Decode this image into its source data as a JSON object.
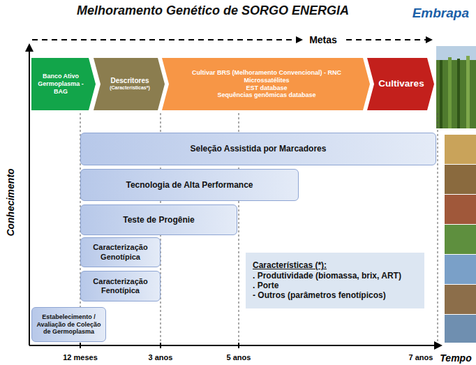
{
  "diagram": {
    "title": "Melhoramento Genético de SORGO ENERGIA",
    "nodes": [
      {
        "text": [
          "Banco Ativo Germoplasma - BAG"
        ]
      },
      {
        "text": [
          "Descritores",
          "(Características*)"
        ]
      },
      {
        "text": [
          "Cultivar BRS (Melhoramento Convencional) - RNC",
          "Microssatélites",
          "EST database",
          "Sequências genômicas database"
        ]
      },
      {
        "text": [
          "Cultivares"
        ]
      },
      {
        "text": [
          "Seleção Assistida por Marcadores"
        ]
      },
      {
        "text": [
          "Tecnologia de Alta Performance"
        ]
      },
      {
        "text": [
          "Teste de Progênie"
        ]
      },
      {
        "text": [
          "Caracterização Genotípica"
        ]
      },
      {
        "text": [
          "Caracterização Fenotípica"
        ]
      },
      {
        "text": [
          "Características (*):",
          ". Produtividade (biomassa, brix, ART)",
          ". Porte",
          "- Outros (parâmetros fenotípicos)"
        ]
      },
      {
        "text": [
          "Estabelecimento / Avaliação de Coleção de Germoplasma"
        ]
      }
    ],
    "labels": [
      "Embrapa",
      "Metas",
      "Conhecimento",
      "Tempo",
      "12 meses",
      "3 anos",
      "5 anos",
      "7 anos"
    ]
  }
}
